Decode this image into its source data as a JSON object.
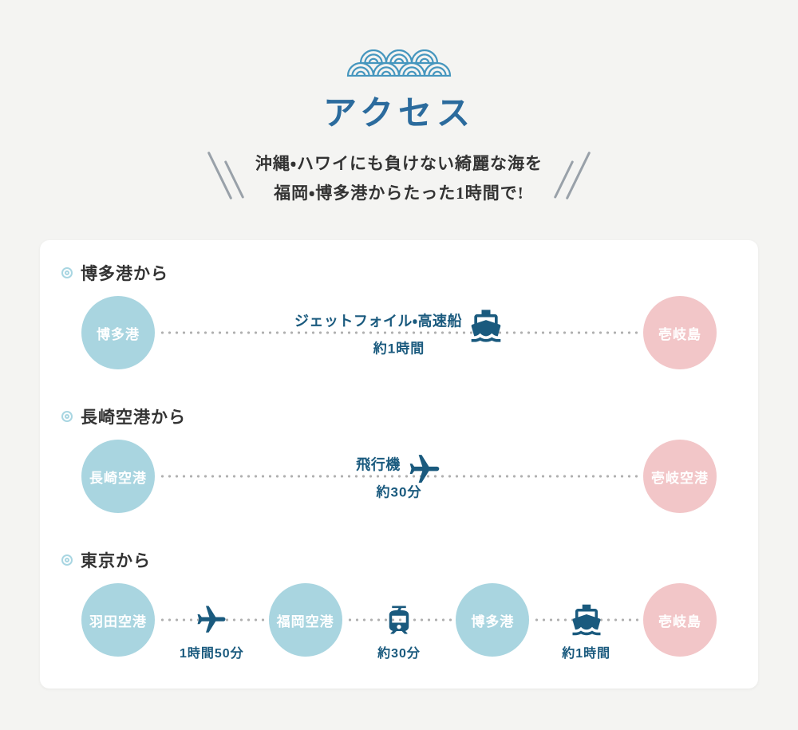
{
  "page": {
    "title": "アクセス",
    "catchphrase": {
      "line1": "沖縄・ハワイにも負けない綺麗な海を",
      "line2": "福岡・博多港からたった1時間で!"
    }
  },
  "colors": {
    "page_bg": "#f4f4f2",
    "card_bg": "#ffffff",
    "title_blue": "#2b6b9d",
    "wave_blue": "#4596be",
    "node_blue": "#a9d5e0",
    "node_pink": "#f2c6c8",
    "transport_navy": "#1a5a7e",
    "dotted_line": "#b0b0b0",
    "heading_text": "#333333"
  },
  "icons": {
    "wave": "seigaiha-wave-ornament",
    "bullet": "double-ring-bullet",
    "ship": "ship-icon",
    "plane": "airplane-icon",
    "train": "train-icon"
  },
  "sections": [
    {
      "heading": "博多港から",
      "nodes": [
        {
          "label": "博多港",
          "color": "blue"
        },
        {
          "label": "壱岐島",
          "color": "pink"
        }
      ],
      "legs": [
        {
          "method": "ジェットフォイル・高速船",
          "duration": "約1時間",
          "icon": "ship"
        }
      ]
    },
    {
      "heading": "長崎空港から",
      "nodes": [
        {
          "label": "長崎空港",
          "color": "blue"
        },
        {
          "label": "壱岐空港",
          "color": "pink"
        }
      ],
      "legs": [
        {
          "method": "飛行機",
          "duration": "約30分",
          "icon": "plane"
        }
      ]
    },
    {
      "heading": "東京から",
      "nodes": [
        {
          "label": "羽田空港",
          "color": "blue"
        },
        {
          "label": "福岡空港",
          "color": "blue"
        },
        {
          "label": "博多港",
          "color": "blue"
        },
        {
          "label": "壱岐島",
          "color": "pink"
        }
      ],
      "legs": [
        {
          "duration": "1時間50分",
          "icon": "plane"
        },
        {
          "duration": "約30分",
          "icon": "train"
        },
        {
          "duration": "約1時間",
          "icon": "ship"
        }
      ]
    }
  ]
}
